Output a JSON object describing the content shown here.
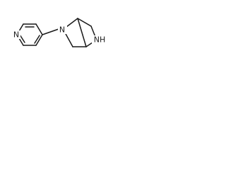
{
  "molecule": {
    "atoms": {
      "pyridine_n": "N",
      "bridge_n_aryl": "N",
      "bridge_nh": "NH"
    }
  }
}
